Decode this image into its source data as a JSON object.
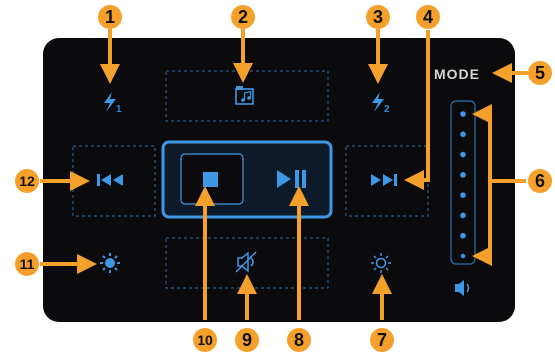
{
  "panel": {
    "mode_label": "MODE",
    "icons": {
      "top_left": "lightning-1-icon",
      "top_center": "music-folder-icon",
      "top_right": "lightning-2-icon",
      "prev": "previous-track-icon",
      "stop": "stop-icon",
      "play_pause": "play-pause-icon",
      "next": "next-track-icon",
      "brightness_left": "brightness-icon",
      "mute": "mute-icon",
      "brightness_right": "brightness-outline-icon",
      "volume": "volume-icon"
    },
    "volume_level_leds": 8,
    "subscripts": {
      "lightning_1": "1",
      "lightning_2": "2"
    }
  },
  "callouts": [
    {
      "label": "1"
    },
    {
      "label": "2"
    },
    {
      "label": "3"
    },
    {
      "label": "4"
    },
    {
      "label": "5"
    },
    {
      "label": "6"
    },
    {
      "label": "7"
    },
    {
      "label": "8"
    },
    {
      "label": "9"
    },
    {
      "label": "10"
    },
    {
      "label": "11"
    },
    {
      "label": "12"
    }
  ],
  "colors": {
    "panel": "#0b0b0d",
    "accent_blue": "#2f8bd6",
    "callout_orange": "#f5a02a",
    "callout_text": "#111111",
    "mode_text": "#d4d4d4"
  }
}
